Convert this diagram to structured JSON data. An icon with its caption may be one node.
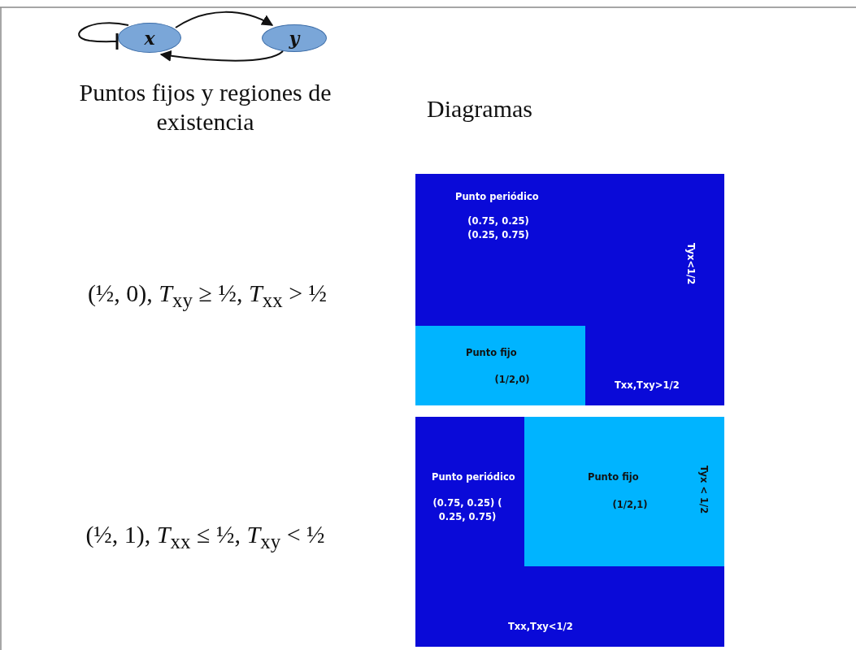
{
  "diagram": {
    "nodes": [
      {
        "text": [
          "x"
        ]
      },
      {
        "text": [
          "y"
        ]
      },
      {
        "text": [
          "Punto periódico",
          "(0.75, 0.25) (0.25, 0.75)",
          "Tyx<1/2",
          "Txx,Txy>1/2"
        ]
      },
      {
        "text": [
          "Punto fijo",
          "(1/2,0)"
        ],
        "in": 2
      },
      {
        "text": [
          "Punto periódico",
          "(0.75, 0.25) ( 0.25, 0.75)",
          "Txx,Txy<1/2"
        ]
      },
      {
        "text": [
          "Punto fijo",
          "(1/2,1)",
          "Tyx < 1/2"
        ],
        "in": 4
      }
    ],
    "edges": [
      {
        "from": 0,
        "to": 0,
        "arrow": "other"
      },
      {
        "from": 0,
        "to": 1,
        "arrow": "to"
      },
      {
        "from": 1,
        "to": 0,
        "arrow": "to"
      }
    ],
    "labels": [
      "Puntos fijos y regiones de existencia",
      "Diagramas",
      "(½, 0), *T*$_{xy}$ ≥ ½, *T*$_{xx}$ > ½",
      "(½, 1), *T*$_{xx}$ ≤ ½, *T*$_{xy}$ < ½"
    ]
  }
}
